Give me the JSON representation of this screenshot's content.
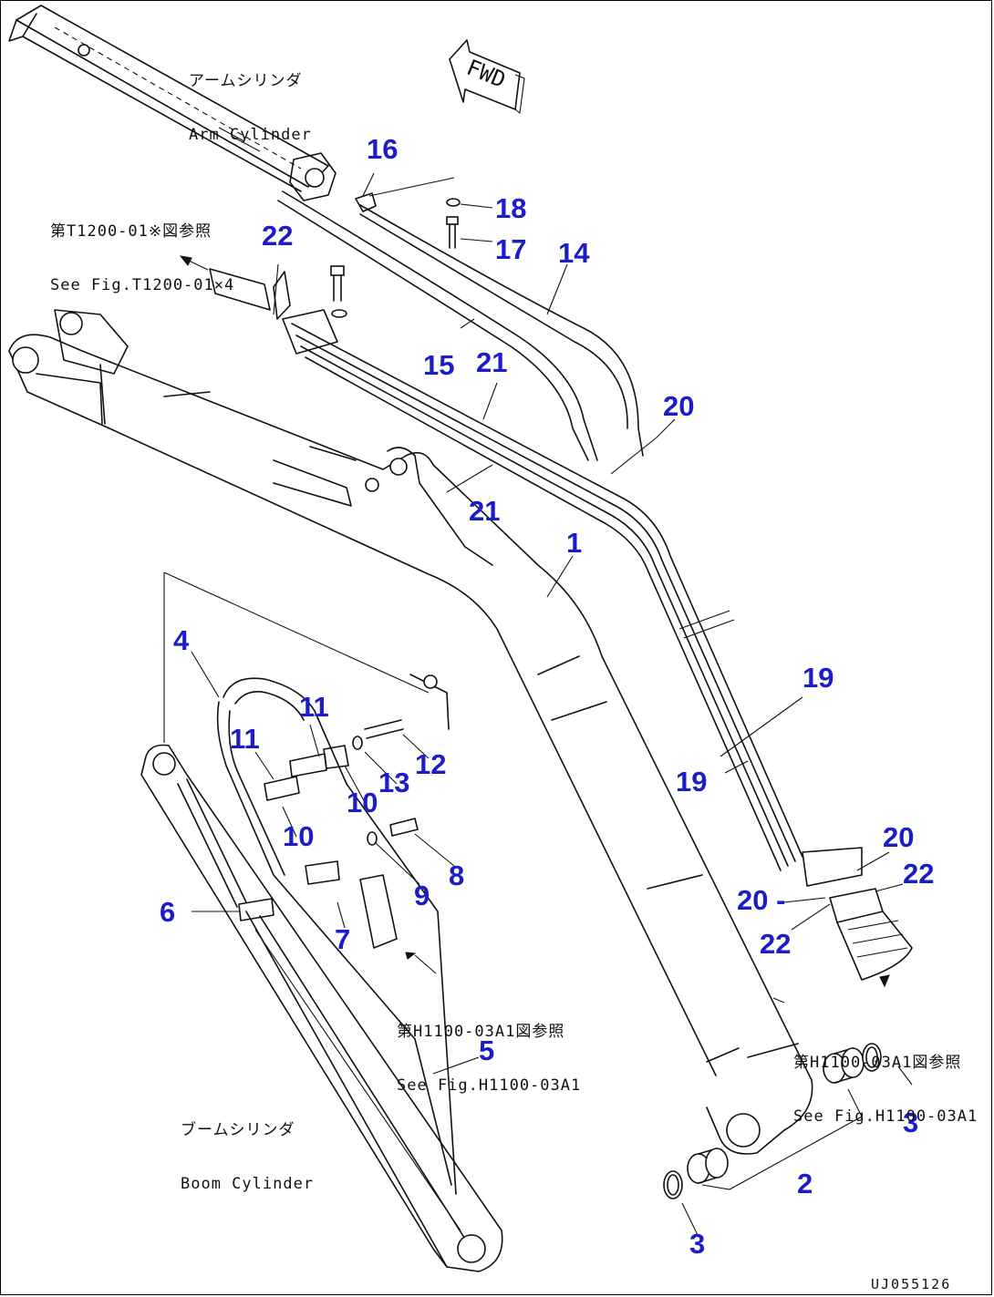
{
  "diagram": {
    "callouts": {
      "c1": "1",
      "c2": "2",
      "c3a": "3",
      "c3b": "3",
      "c4": "4",
      "c5": "5",
      "c6": "6",
      "c7": "7",
      "c8": "8",
      "c9": "9",
      "c10a": "10",
      "c10b": "10",
      "c11a": "11",
      "c11b": "11",
      "c12": "12",
      "c13": "13",
      "c14": "14",
      "c15": "15",
      "c16": "16",
      "c17": "17",
      "c18": "18",
      "c19a": "19",
      "c19b": "19",
      "c20a": "20",
      "c20b": "20",
      "c20c": "20 -",
      "c21a": "21",
      "c21b": "21",
      "c22a": "22",
      "c22b": "22",
      "c22c": "22"
    },
    "notes": {
      "arm_cylinder_jp": "アームシリンダ",
      "arm_cylinder_en": "Arm Cylinder",
      "boom_cylinder_jp": "ブームシリンダ",
      "boom_cylinder_en": "Boom Cylinder",
      "ref_top_jp": "第T1200-01※図参照",
      "ref_top_en": "See Fig.T1200-01×4",
      "ref_mid_jp": "第H1100-03A1図参照",
      "ref_mid_en": "See Fig.H1100-03A1",
      "ref_right_jp": "第H1100-03A1図参照",
      "ref_right_en": "See Fig.H1100-03A1",
      "fwd": "FWD"
    },
    "drawing_code": "UJ055126"
  }
}
